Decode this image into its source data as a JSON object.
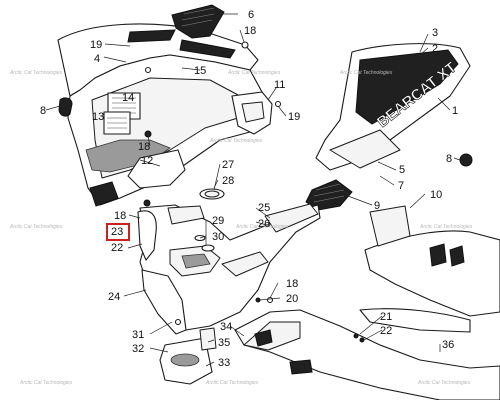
{
  "callouts": [
    {
      "id": "c6",
      "label": "6"
    },
    {
      "id": "c18a",
      "label": "18"
    },
    {
      "id": "c19a",
      "label": "19"
    },
    {
      "id": "c4",
      "label": "4"
    },
    {
      "id": "c15",
      "label": "15"
    },
    {
      "id": "c14",
      "label": "14"
    },
    {
      "id": "c13",
      "label": "13"
    },
    {
      "id": "c8a",
      "label": "8"
    },
    {
      "id": "c11",
      "label": "11"
    },
    {
      "id": "c19b",
      "label": "19"
    },
    {
      "id": "c18b",
      "label": "18"
    },
    {
      "id": "c12",
      "label": "12"
    },
    {
      "id": "c3",
      "label": "3"
    },
    {
      "id": "c2",
      "label": "2"
    },
    {
      "id": "c1",
      "label": "1"
    },
    {
      "id": "c8b",
      "label": "8"
    },
    {
      "id": "c5",
      "label": "5"
    },
    {
      "id": "c7",
      "label": "7"
    },
    {
      "id": "c10",
      "label": "10"
    },
    {
      "id": "c9",
      "label": "9"
    },
    {
      "id": "c27",
      "label": "27"
    },
    {
      "id": "c28",
      "label": "28"
    },
    {
      "id": "c18c",
      "label": "18"
    },
    {
      "id": "c23",
      "label": "23"
    },
    {
      "id": "c22a",
      "label": "22"
    },
    {
      "id": "c29",
      "label": "29"
    },
    {
      "id": "c30",
      "label": "30"
    },
    {
      "id": "c25",
      "label": "25"
    },
    {
      "id": "c26",
      "label": "26"
    },
    {
      "id": "c24",
      "label": "24"
    },
    {
      "id": "c18d",
      "label": "18"
    },
    {
      "id": "c20",
      "label": "20"
    },
    {
      "id": "c31",
      "label": "31"
    },
    {
      "id": "c32",
      "label": "32"
    },
    {
      "id": "c34",
      "label": "34"
    },
    {
      "id": "c35",
      "label": "35"
    },
    {
      "id": "c33",
      "label": "33"
    },
    {
      "id": "c21",
      "label": "21"
    },
    {
      "id": "c22b",
      "label": "22"
    },
    {
      "id": "c36",
      "label": "36"
    }
  ],
  "watermark_text": "Arctic Cat Technologies",
  "decal_text": "BEARCAT XT",
  "highlighted_callout": "23",
  "colors": {
    "line": "#1a1a1a",
    "highlight": "#cc1f1f",
    "watermark": "#b7b7b7",
    "background": "#ffffff"
  },
  "icons": [
    "hood-panel",
    "side-panel",
    "belly-pan",
    "screw-fastener",
    "grommet",
    "vent-grille"
  ]
}
